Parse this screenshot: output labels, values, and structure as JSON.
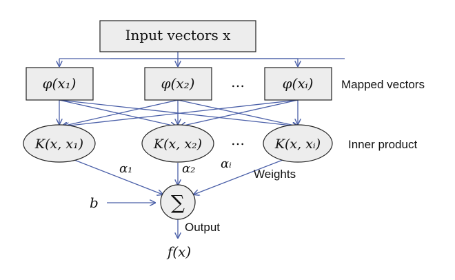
{
  "input": {
    "label": "Input vectors x"
  },
  "mapped": {
    "items": [
      "φ(x₁)",
      "φ(x₂)",
      "φ(xᵢ)"
    ],
    "ellipsis": "…",
    "side_label": "Mapped vectors"
  },
  "kernel": {
    "items": [
      "K(x, x₁)",
      "K(x, x₂)",
      "K(x, xᵢ)"
    ],
    "ellipsis": "…",
    "side_label": "Inner product"
  },
  "weights": {
    "items": [
      "α₁",
      "α₂",
      "αᵢ"
    ],
    "label": "Weights"
  },
  "sum": {
    "symbol": "∑"
  },
  "bias": {
    "label": "b"
  },
  "output": {
    "label": "Output",
    "result": "f(x)"
  },
  "colors": {
    "arrow": "#4a5fa8",
    "node_fill": "#ededed",
    "stroke": "#222222"
  }
}
